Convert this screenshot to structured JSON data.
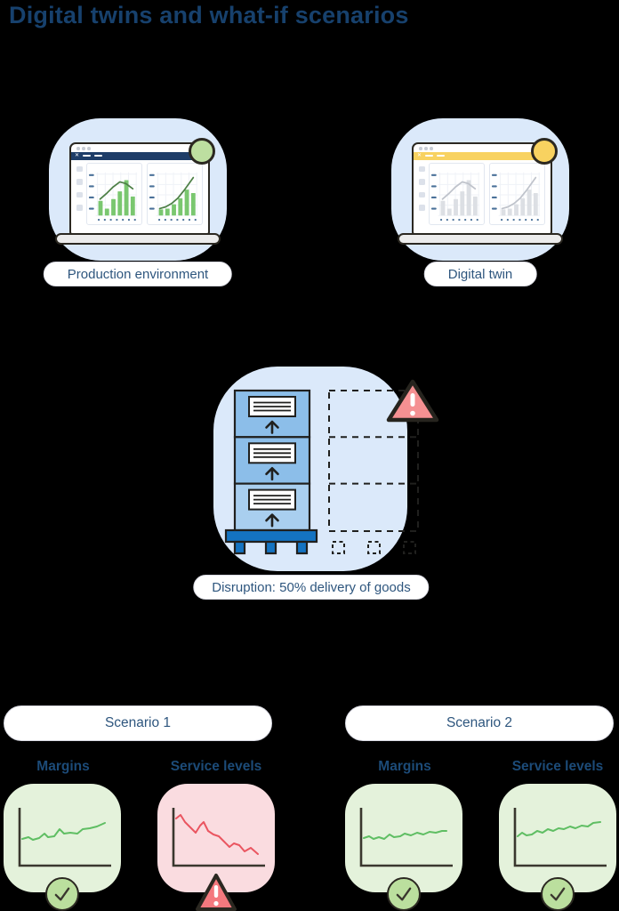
{
  "page": {
    "title": "Digital twins and what-if scenarios",
    "background": "#000000",
    "title_color": "#17416D",
    "text_color": "#2E567E",
    "blob_color": "#DBE9FA"
  },
  "laptops": [
    {
      "label": "Production environment",
      "topbar_color": "#1E3D68",
      "status_dot_color": "#BDDFA0",
      "bar_color": "#7AC76F",
      "line_color": "#4E8047",
      "tick_color": "#4A7199",
      "panels": [
        {
          "bars": [
            17,
            8,
            19,
            28,
            41,
            22
          ],
          "line": "15,41 23,34 30,27 38,21 45,23 53,29"
        },
        {
          "bars": [
            7,
            8,
            13,
            20,
            30,
            26
          ],
          "line": "14,52 21,50 28,46 35,40 43,30 53,16"
        }
      ]
    },
    {
      "label": "Digital twin",
      "topbar_color": "#F8D260",
      "status_dot_color": "#F8D260",
      "bar_color": "#DCDFE4",
      "line_color": "#BFC3CB",
      "tick_color": "#4A7199",
      "panels": [
        {
          "bars": [
            17,
            8,
            19,
            28,
            41,
            22
          ],
          "line": "15,41 23,34 30,27 38,21 45,23 53,29"
        },
        {
          "bars": [
            7,
            8,
            13,
            20,
            30,
            26
          ],
          "line": "14,52 21,50 28,46 35,40 43,30 53,16"
        }
      ]
    }
  ],
  "disruption": {
    "label": "Disruption: 50% delivery of goods",
    "box_fill": "#8CBEE9",
    "box_fill_light": "#A9CFEF",
    "pallet_fill": "#1473C1",
    "alert_fill": "#F59092",
    "alert_stroke": "#26241E"
  },
  "scenarios": [
    {
      "label": "Scenario 1",
      "panels": [
        {
          "label": "Margins",
          "card_color": "#E4F2DB",
          "line_color": "#5FBE63",
          "badge": "check",
          "line": "20,62 27,60 32,63 39,61 45,56 49,60 56,59 62,51 67,56 74,55 82,56 88,51 96,50 104,48 113,44"
        },
        {
          "label": "Service levels",
          "card_color": "#FADCE0",
          "line_color": "#EA5560",
          "badge": "alert",
          "line": "20,39 25,35 30,43 36,49 42,55 47,47 51,43 56,53 62,57 68,59 74,65 80,71 85,67 91,69 97,76 104,72 112,79"
        }
      ]
    },
    {
      "label": "Scenario 2",
      "panels": [
        {
          "label": "Margins",
          "card_color": "#E4F2DB",
          "line_color": "#5FBE63",
          "badge": "check",
          "line": "20,61 26,59 31,62 37,60 43,62 49,57 54,60 61,59 66,56 73,58 80,55 87,57 94,54 101,55 108,53 113,53"
        },
        {
          "label": "Service levels",
          "card_color": "#E4F2DB",
          "line_color": "#5FBE63",
          "badge": "check",
          "line": "20,59 25,55 30,58 36,57 42,53 48,55 54,51 60,53 66,50 72,51 79,48 85,50 92,47 99,48 105,44 113,43"
        }
      ]
    }
  ],
  "badges": {
    "check_fill": "#BBDF9E",
    "check_stroke": "#2B2821",
    "check_mark": "#3A372E",
    "alert_fill": "#F4797E"
  }
}
